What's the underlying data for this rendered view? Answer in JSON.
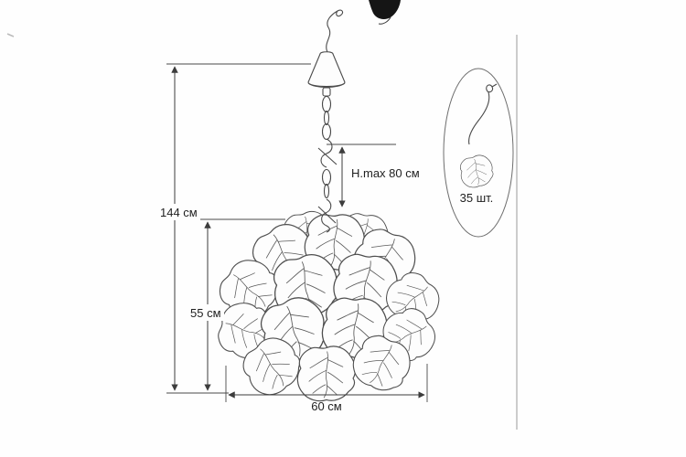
{
  "page": {
    "background": "#fefefe",
    "line_color": "#4a4a4a"
  },
  "drawing": {
    "type": "chandelier-dimension-diagram",
    "dimensions": {
      "total_height": "144 см",
      "shade_height": "55 см",
      "shade_width": "60 см",
      "suspension_max": "H.max 80 см"
    },
    "detail": {
      "pieces_count": "35 шт."
    }
  }
}
